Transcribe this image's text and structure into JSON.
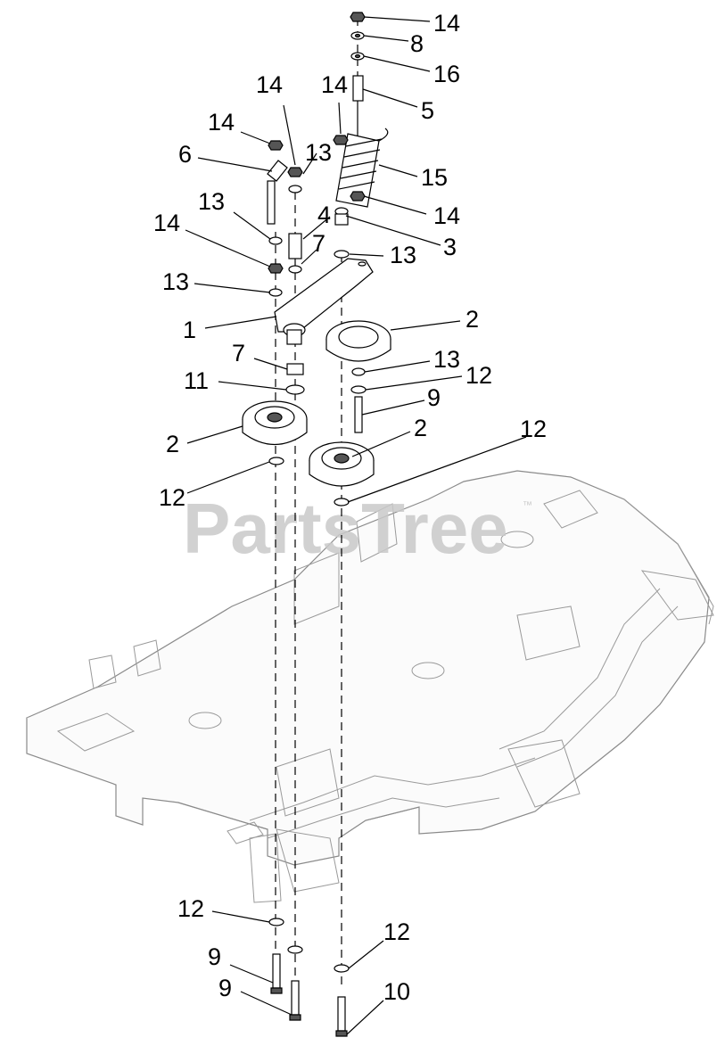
{
  "watermark": {
    "text": "PartsTree",
    "trademark": "™"
  },
  "callouts": [
    "14",
    "8",
    "16",
    "5",
    "14",
    "14",
    "14",
    "13",
    "6",
    "15",
    "13",
    "4",
    "14",
    "7",
    "3",
    "14",
    "13",
    "13",
    "1",
    "2",
    "7",
    "13",
    "12",
    "11",
    "9",
    "2",
    "2",
    "12",
    "12",
    "12",
    "12",
    "9",
    "9",
    "10"
  ]
}
